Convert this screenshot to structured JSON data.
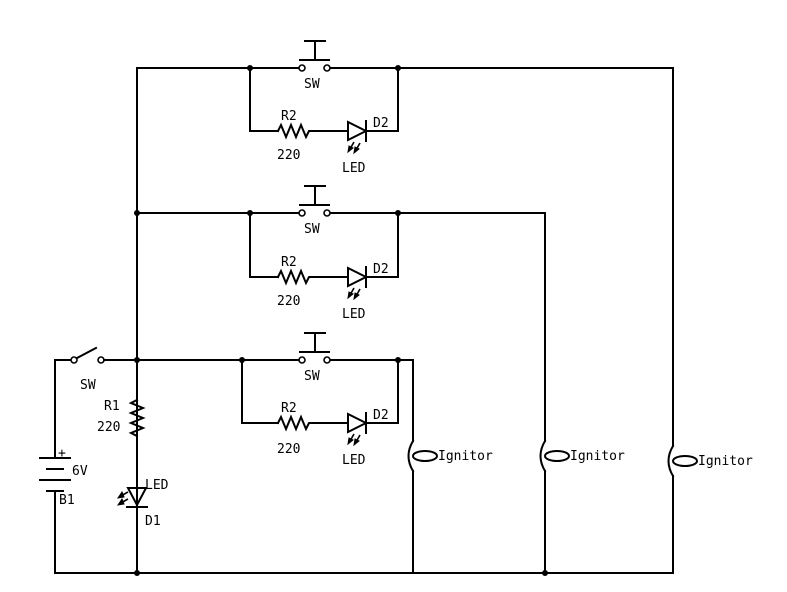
{
  "labels": {
    "sw": "SW",
    "r2": "R2",
    "r2_value": "220",
    "d2": "D2",
    "led": "LED",
    "r1": "R1",
    "r1_value": "220",
    "d1": "D1",
    "battery_name": "B1",
    "battery_voltage": "6V",
    "battery_plus": "+",
    "ignitor": "Ignitor"
  }
}
